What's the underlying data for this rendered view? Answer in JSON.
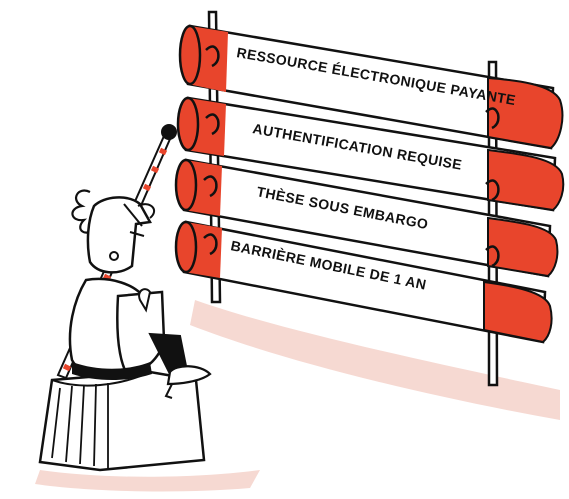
{
  "illustration": {
    "signs": [
      {
        "label": "RESSOURCE ÉLECTRONIQUE PAYANTE"
      },
      {
        "label": "AUTHENTIFICATION REQUISE"
      },
      {
        "label": "THÈSE SOUS EMBARGO"
      },
      {
        "label": "BARRIÈRE MOBILE DE 1 AN"
      }
    ],
    "colors": {
      "barrier_red": "#e8452c",
      "outline": "#111111",
      "shadow_pink": "#f6d9d2",
      "background": "#ffffff"
    },
    "icons": [
      "knight-figure",
      "lance",
      "shield",
      "book",
      "barrier-fence"
    ]
  }
}
